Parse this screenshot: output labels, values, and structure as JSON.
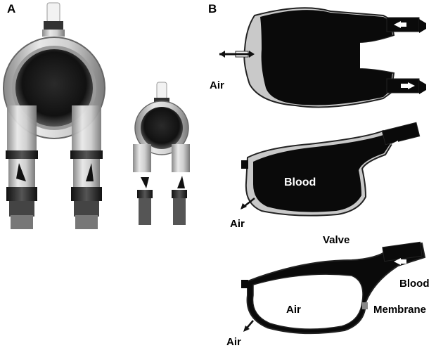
{
  "panels": {
    "a": {
      "letter": "A"
    },
    "b": {
      "letter": "B"
    }
  },
  "labels": {
    "air_top": "Air",
    "blood_mid": "Blood",
    "air_mid": "Air",
    "valve": "Valve",
    "blood_bottom": "Blood",
    "membrane": "Membrane",
    "air_inside": "Air",
    "air_bottom": "Air"
  },
  "colors": {
    "blood": "#0a0a0a",
    "air_chamber": "#c8c8c8",
    "housing": "#d9d9d9",
    "background": "#ffffff"
  }
}
